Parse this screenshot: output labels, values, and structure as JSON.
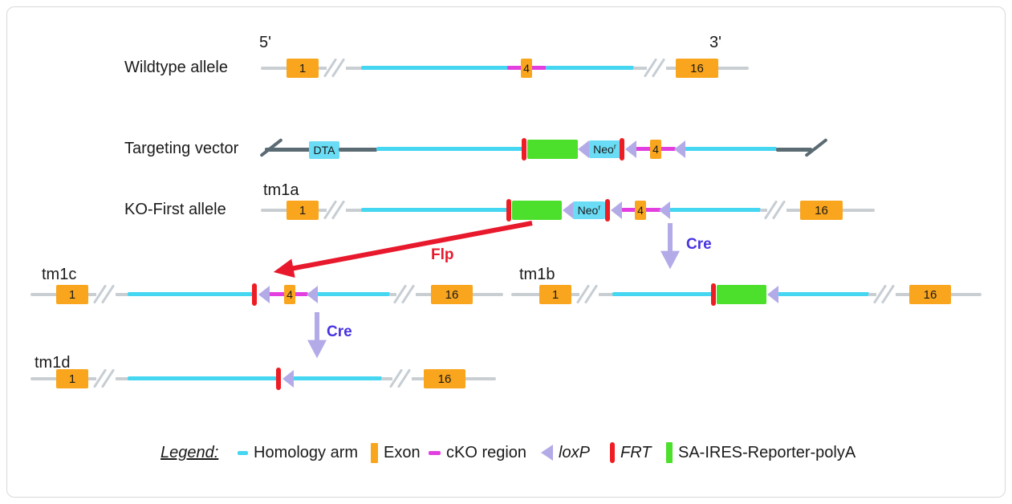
{
  "ends": {
    "five_prime": "5'",
    "three_prime": "3'"
  },
  "rows": {
    "wildtype": {
      "label": "Wildtype allele"
    },
    "targeting_vector": {
      "label": "Targeting vector"
    },
    "ko_first": {
      "label": "KO-First allele",
      "allele": "tm1a"
    },
    "tm1c": {
      "allele": "tm1c"
    },
    "tm1b": {
      "allele": "tm1b"
    },
    "tm1d": {
      "allele": "tm1d"
    }
  },
  "elements": {
    "exon1": "1",
    "exon4": "4",
    "exon16": "16",
    "dta": "DTA",
    "neo_base": "Neo",
    "neo_sup": "r"
  },
  "arrows": {
    "flp": "Flp",
    "cre": "Cre"
  },
  "legend": {
    "title": "Legend:",
    "items": [
      {
        "label": "Homology arm",
        "swatch": "homology-arm"
      },
      {
        "label": "Exon",
        "swatch": "exon"
      },
      {
        "label": "cKO region",
        "swatch": "cko-region"
      },
      {
        "label": "loxP",
        "swatch": "loxp"
      },
      {
        "label": "FRT",
        "swatch": "frt"
      },
      {
        "label": "SA-IRES-Reporter-polyA",
        "swatch": "reporter"
      }
    ]
  },
  "colors": {
    "homology_arm": "#45d6f1",
    "exon": "#f9a51d",
    "cko_region": "#e33fe0",
    "loxp": "#b3abe8",
    "frt": "#ee1c23",
    "reporter": "#4cdf2b",
    "vector_backbone": "#5b6b73",
    "genome_line": "#c9ced2",
    "cassette_box": "#6adcf5",
    "flp_arrow": "#e8192c",
    "cre_label": "#4733e0"
  }
}
